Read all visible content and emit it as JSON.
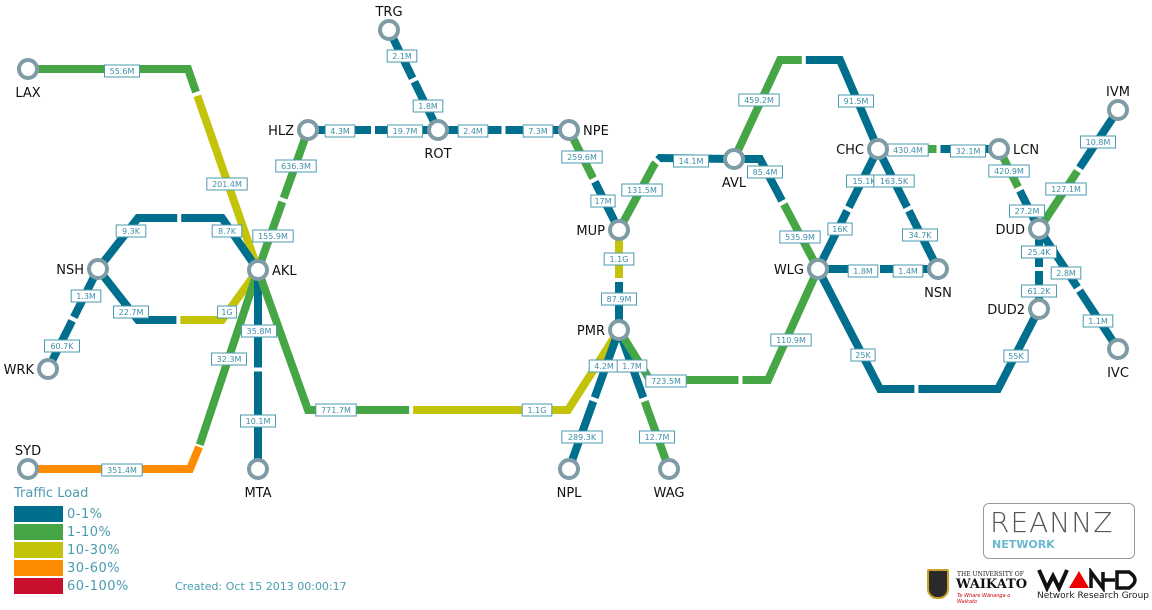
{
  "legend": {
    "title": "Traffic Load",
    "classes": [
      {
        "label": "0-1%",
        "color": "#006f8e"
      },
      {
        "label": "1-10%",
        "color": "#46a545"
      },
      {
        "label": "10-30%",
        "color": "#c3c30a"
      },
      {
        "label": "30-60%",
        "color": "#ff8c00"
      },
      {
        "label": "60-100%",
        "color": "#c8102e"
      }
    ]
  },
  "created": "Created: Oct 15 2013 00:00:17",
  "logos": {
    "reannz": "REANNZ",
    "reannz_sub": "NETWORK",
    "waikato_top": "THE UNIVERSITY OF",
    "waikato_name": "WAIKATO",
    "waikato_motto": "Te Whare Wānanga o Waikato",
    "wand": "WAND",
    "wand_sub": "Network Research Group"
  },
  "nodes": {
    "LAX": "LAX",
    "TRG": "TRG",
    "HLZ": "HLZ",
    "ROT": "ROT",
    "NPE": "NPE",
    "AKL": "AKL",
    "NSH": "NSH",
    "WRK": "WRK",
    "SYD": "SYD",
    "MTA": "MTA",
    "MUP": "MUP",
    "PMR": "PMR",
    "NPL": "NPL",
    "WAG": "WAG",
    "AVL": "AVL",
    "CHC": "CHC",
    "LCN": "LCN",
    "WLG": "WLG",
    "NSN": "NSN",
    "DUD": "DUD",
    "DUD2": "DUD2",
    "IVM": "IVM",
    "IVC": "IVC"
  },
  "links": [
    {
      "from": "LAX",
      "to": "AKL",
      "a": {
        "value": "55.6M",
        "load": 1
      },
      "b": {
        "value": "201.4M",
        "load": 2
      }
    },
    {
      "from": "HLZ",
      "to": "AKL",
      "a": {
        "value": "636.3M",
        "load": 1
      },
      "b": {
        "value": "155.9M",
        "load": 1
      }
    },
    {
      "from": "NSH",
      "to": "AKL",
      "a": {
        "value": "9.3K",
        "load": 0
      },
      "b": {
        "value": "8.7K",
        "load": 0
      }
    },
    {
      "from": "NSH",
      "to": "AKL",
      "a": {
        "value": "22.7M",
        "load": 0
      },
      "b": {
        "value": "1G",
        "load": 2
      }
    },
    {
      "from": "NSH",
      "to": "WRK",
      "a": {
        "value": "1.3M",
        "load": 0
      },
      "b": {
        "value": "60.7K",
        "load": 0
      }
    },
    {
      "from": "SYD",
      "to": "AKL",
      "a": {
        "value": "351.4M",
        "load": 3
      },
      "b": {
        "value": "32.3M",
        "load": 1
      }
    },
    {
      "from": "AKL",
      "to": "MTA",
      "a": {
        "value": "35.8M",
        "load": 0
      },
      "b": {
        "value": "10.1M",
        "load": 0
      }
    },
    {
      "from": "AKL",
      "to": "PMR",
      "a": {
        "value": "771.7M",
        "load": 1
      },
      "b": {
        "value": "1.1G",
        "load": 2
      }
    },
    {
      "from": "HLZ",
      "to": "ROT",
      "a": {
        "value": "4.3M",
        "load": 0
      },
      "b": {
        "value": "19.7M",
        "load": 0
      }
    },
    {
      "from": "TRG",
      "to": "ROT",
      "a": {
        "value": "2.1M",
        "load": 0
      },
      "b": {
        "value": "1.8M",
        "load": 0
      }
    },
    {
      "from": "ROT",
      "to": "NPE",
      "a": {
        "value": "2.4M",
        "load": 0
      },
      "b": {
        "value": "7.3M",
        "load": 0
      }
    },
    {
      "from": "NPE",
      "to": "MUP",
      "a": {
        "value": "259.6M",
        "load": 1
      },
      "b": {
        "value": "17M",
        "load": 0
      }
    },
    {
      "from": "MUP",
      "to": "AVL",
      "a": {
        "value": "131.5M",
        "load": 1
      },
      "b": {
        "value": "14.1M",
        "load": 0
      }
    },
    {
      "from": "MUP",
      "to": "PMR",
      "a": {
        "value": "1.1G",
        "load": 2
      },
      "b": {
        "value": "87.9M",
        "load": 0
      }
    },
    {
      "from": "PMR",
      "to": "NPL",
      "a": {
        "value": "4.2M",
        "load": 0
      },
      "b": {
        "value": "289.3K",
        "load": 0
      }
    },
    {
      "from": "PMR",
      "to": "WAG",
      "a": {
        "value": "1.7M",
        "load": 0
      },
      "b": {
        "value": "12.7M",
        "load": 1
      }
    },
    {
      "from": "PMR",
      "to": "WLG",
      "a": {
        "value": "723.5M",
        "load": 1
      },
      "b": {
        "value": "110.9M",
        "load": 1
      }
    },
    {
      "from": "AVL",
      "to": "WLG",
      "a": {
        "value": "85.4M",
        "load": 0
      },
      "b": {
        "value": "535.9M",
        "load": 1
      }
    },
    {
      "from": "AVL",
      "to": "CHC",
      "a": {
        "value": "459.2M",
        "load": 1
      },
      "b": {
        "value": "91.5M",
        "load": 0
      }
    },
    {
      "from": "CHC",
      "to": "LCN",
      "a": {
        "value": "430.4M",
        "load": 1
      },
      "b": {
        "value": "32.1M",
        "load": 0
      }
    },
    {
      "from": "CHC",
      "to": "WLG",
      "a": {
        "value": "15.1K",
        "load": 0
      },
      "b": {
        "value": "16K",
        "load": 0
      }
    },
    {
      "from": "CHC",
      "to": "NSN",
      "a": {
        "value": "163.5K",
        "load": 0
      },
      "b": {
        "value": "34.7K",
        "load": 0
      }
    },
    {
      "from": "WLG",
      "to": "NSN",
      "a": {
        "value": "1.8M",
        "load": 0
      },
      "b": {
        "value": "1.4M",
        "load": 0
      }
    },
    {
      "from": "WLG",
      "to": "DUD2",
      "a": {
        "value": "25K",
        "load": 0
      },
      "b": {
        "value": "55K",
        "load": 0
      }
    },
    {
      "from": "LCN",
      "to": "DUD",
      "a": {
        "value": "420.9M",
        "load": 1
      },
      "b": {
        "value": "27.2M",
        "load": 0
      }
    },
    {
      "from": "DUD",
      "to": "IVM",
      "a": {
        "value": "127.1M",
        "load": 1
      },
      "b": {
        "value": "10.8M",
        "load": 0
      }
    },
    {
      "from": "DUD",
      "to": "DUD2",
      "a": {
        "value": "25.4K",
        "load": 0
      },
      "b": {
        "value": "61.2K",
        "load": 0
      }
    },
    {
      "from": "DUD",
      "to": "IVC",
      "a": {
        "value": "2.8M",
        "load": 0
      },
      "b": {
        "value": "1.1M",
        "load": 0
      }
    }
  ]
}
